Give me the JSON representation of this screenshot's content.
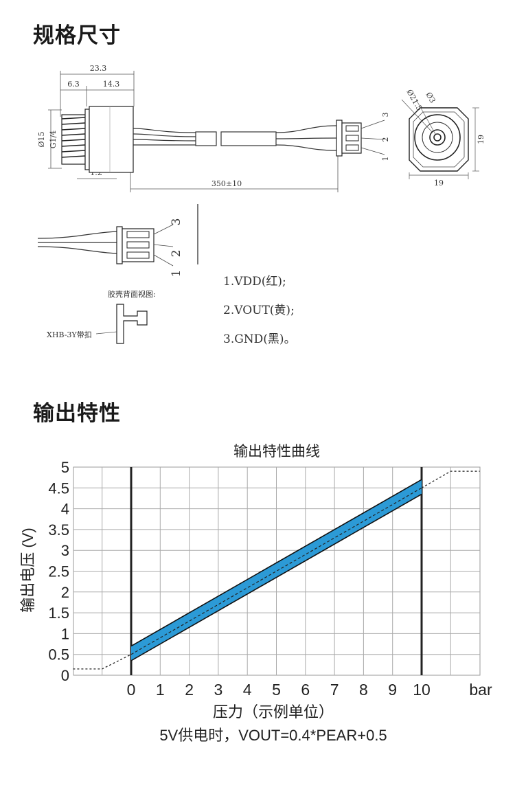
{
  "sections": {
    "spec_title": "规格尺寸",
    "output_title": "输出特性"
  },
  "drawing": {
    "dim_total_length": "23.3",
    "dim_thread_length": "6.3",
    "dim_body_length": "14.3",
    "dim_diameter": "Ø15",
    "dim_thread": "G1/4",
    "dim_gap": "1.2",
    "dim_cable_length": "350±10",
    "dim_face_diameter": "Ø21.5",
    "dim_hole": "Ø3",
    "dim_width": "19",
    "dim_height": "19",
    "pin_labels": [
      "1",
      "2",
      "3"
    ],
    "housing_label": "胶壳背面视图:",
    "connector_label": "XHB-3Y带扣",
    "pins": [
      "1.VDD(红);",
      "2.VOUT(黄);",
      "3.GND(黑)。"
    ]
  },
  "chart_data": {
    "type": "line",
    "title": "输出特性曲线",
    "xlabel": "压力（示例单位）",
    "ylabel": "输出电压 (V)",
    "x_unit_label": "bar",
    "formula": "5V供电时，VOUT=0.4*PEAR+0.5",
    "xlim": [
      0,
      10
    ],
    "ylim": [
      0,
      5
    ],
    "x_ticks": [
      "0",
      "1",
      "2",
      "3",
      "4",
      "5",
      "6",
      "7",
      "8",
      "9",
      "10"
    ],
    "y_ticks": [
      "0",
      "0.5",
      "1",
      "1.5",
      "2",
      "2.5",
      "3",
      "3.5",
      "4",
      "4.5",
      "5"
    ],
    "grid": true,
    "series": [
      {
        "role": "nominal",
        "x": [
          0,
          10
        ],
        "y": [
          0.5,
          4.5
        ],
        "style": "dashed",
        "color": "#222222"
      },
      {
        "role": "upper-tolerance",
        "x": [
          0,
          10
        ],
        "y": [
          0.7,
          4.7
        ],
        "color": "#111111"
      },
      {
        "role": "lower-tolerance",
        "x": [
          0,
          10
        ],
        "y": [
          0.35,
          4.35
        ],
        "color": "#111111"
      },
      {
        "role": "below-range",
        "x": [
          -2,
          -1,
          0
        ],
        "y": [
          0.15,
          0.15,
          0.5
        ],
        "style": "dotted",
        "color": "#222222"
      },
      {
        "role": "above-range",
        "x": [
          10,
          11,
          12
        ],
        "y": [
          4.5,
          4.9,
          4.9
        ],
        "style": "dotted",
        "color": "#222222"
      }
    ],
    "band_color": "#2c9ad6"
  }
}
